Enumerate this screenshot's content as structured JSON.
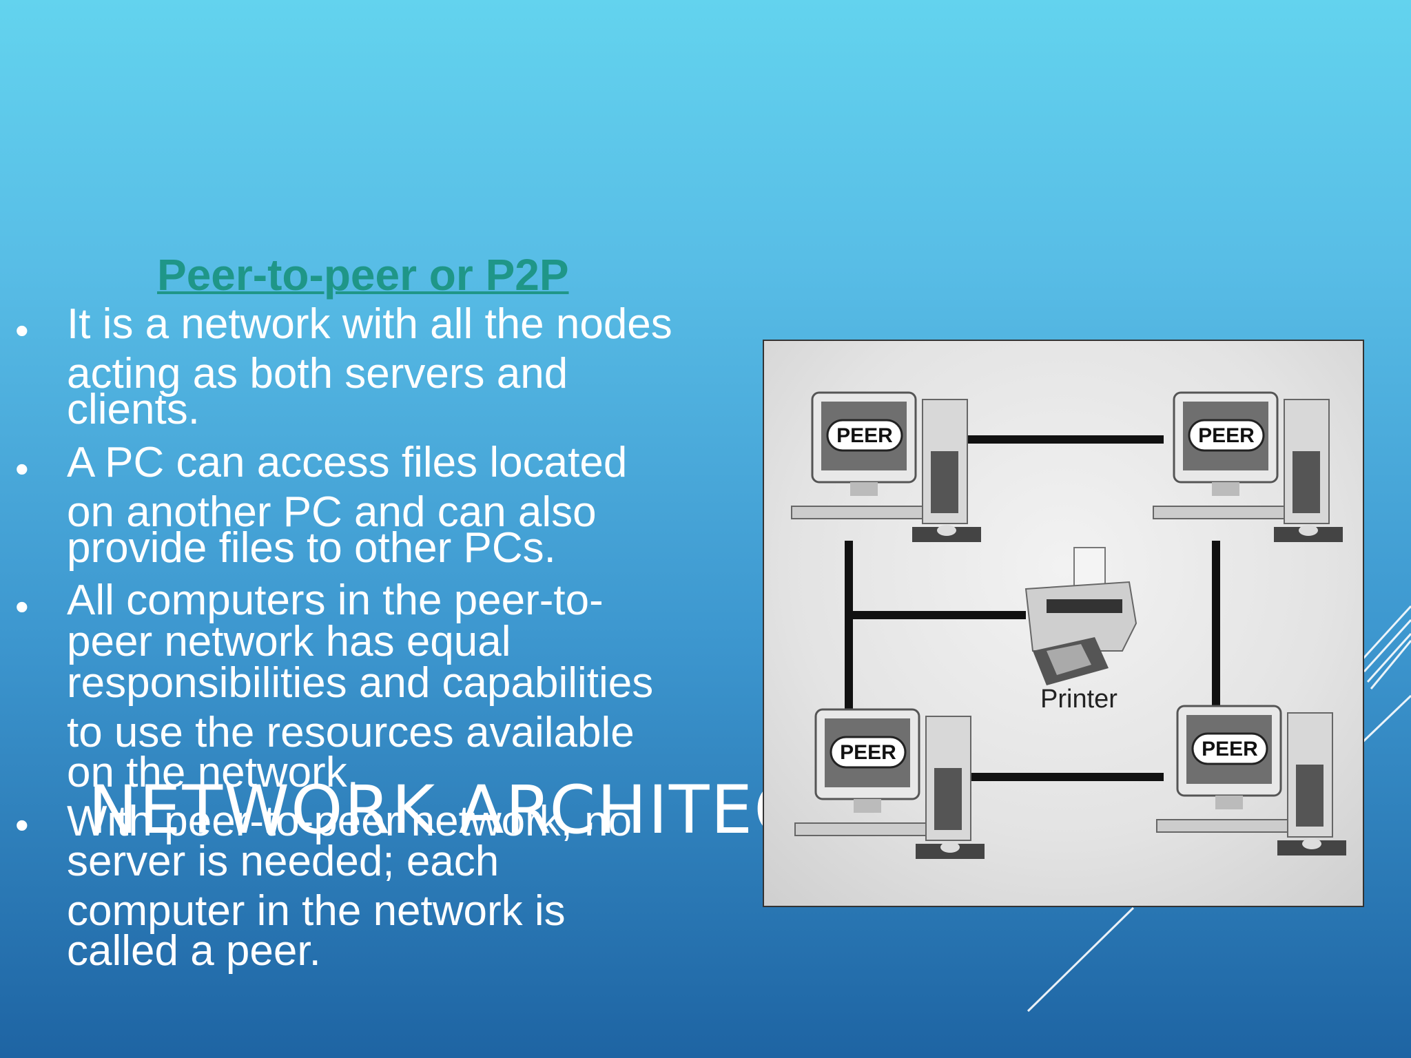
{
  "slide": {
    "heading": "Peer-to-peer or P2P",
    "bullets": [
      {
        "lines": [
          "It is a network with all the nodes",
          "acting as both servers and",
          "clients."
        ]
      },
      {
        "lines": [
          "A PC can access files located",
          "on another PC and can also",
          "provide files to other PCs."
        ]
      },
      {
        "lines": [
          "All computers in the peer-to-",
          "peer network has equal",
          "responsibilities and capabilities",
          "to use the resources available",
          "on the network."
        ]
      },
      {
        "lines": [
          "With peer-to-peer network, no",
          "server is needed; each",
          "computer in the network is",
          "called a peer."
        ]
      }
    ],
    "bullet_char": "•",
    "title": "NETWORK    ARCHITECT",
    "diagram": {
      "peer_label": "PEER",
      "printer_label": "Printer"
    }
  },
  "colors": {
    "heading": "#1f9688",
    "text": "#ffffff"
  }
}
